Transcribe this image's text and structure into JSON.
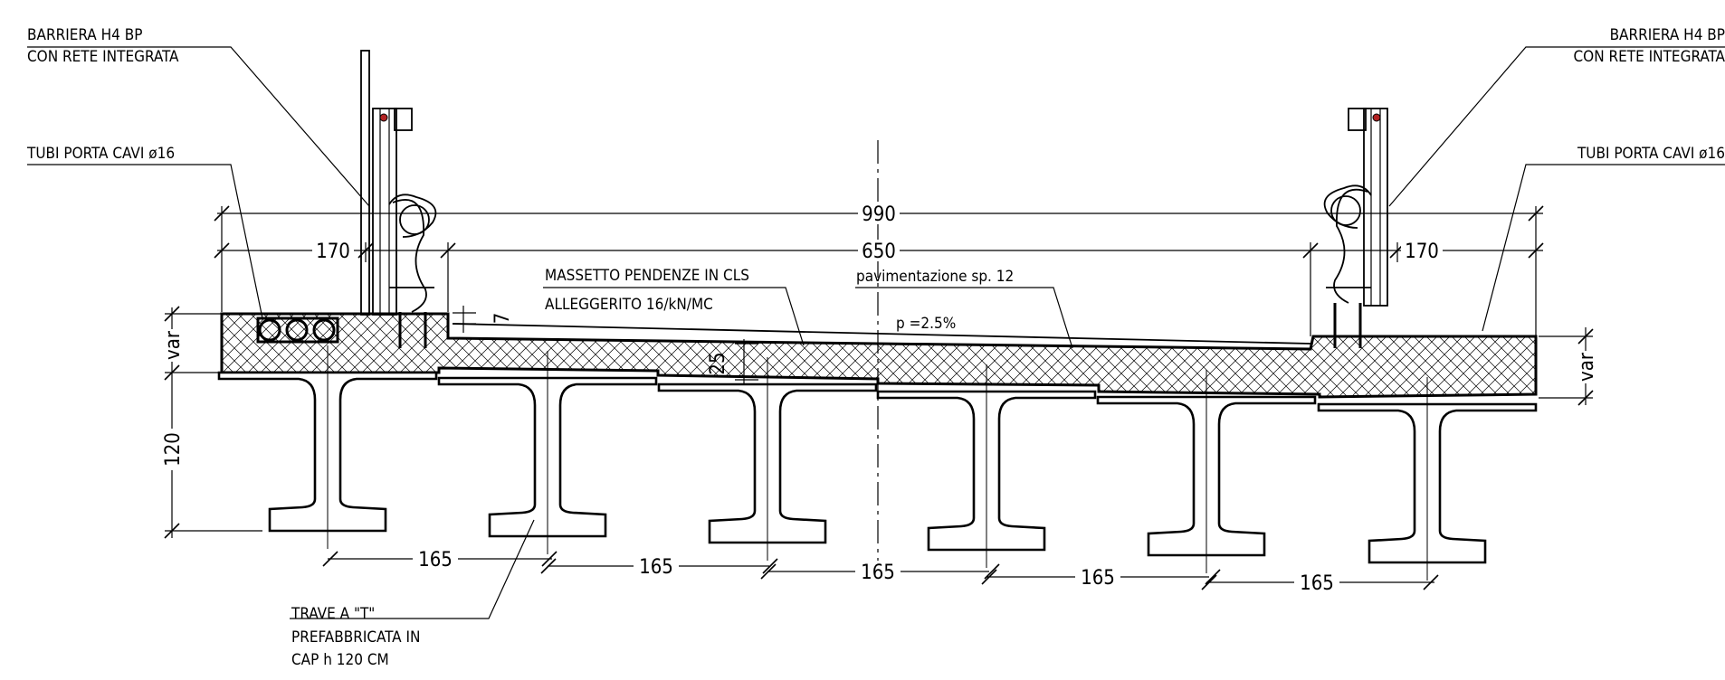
{
  "labels": {
    "barrier_left_1": "BARRIERA H4 BP",
    "barrier_left_2": "CON RETE INTEGRATA",
    "barrier_right_1": "BARRIERA H4 BP",
    "barrier_right_2": "CON RETE INTEGRATA",
    "cable_left": "TUBI PORTA CAVI ø16",
    "cable_right": "TUBI PORTA CAVI ø16",
    "screed_1": "MASSETTO PENDENZE IN CLS",
    "screed_2": "ALLEGGERITO 16/kN/MC",
    "paving": "pavimentazione sp. 12",
    "slope": "p =2.5%",
    "beam_1": "TRAVE A \"T\"",
    "beam_2": "PREFABBRICATA IN",
    "beam_3": "CAP h 120 CM"
  },
  "dimensions": {
    "total_width": "990",
    "carriageway": "650",
    "curb_left": "170",
    "curb_right": "170",
    "slab_left": "var",
    "slab_right": "var",
    "beam_height": "120",
    "screed_thickness": "25",
    "step": "7",
    "spacing_1": "165",
    "spacing_2": "165",
    "spacing_3": "165",
    "spacing_4": "165",
    "spacing_5": "165"
  }
}
